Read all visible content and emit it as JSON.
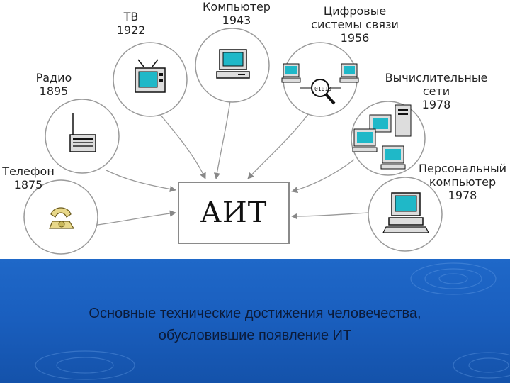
{
  "center": {
    "label": "АИТ"
  },
  "nodes": {
    "tv": {
      "name": "ТВ",
      "year": "1922",
      "icon": "tv-icon"
    },
    "computer": {
      "name": "Компьютер",
      "year": "1943",
      "icon": "computer-icon"
    },
    "digital": {
      "name_line1": "Цифровые",
      "name_line2": "системы связи",
      "year": "1956",
      "icon": "network-magnifier-icon",
      "code": "01010"
    },
    "radio": {
      "name": "Радио",
      "year": "1895",
      "icon": "radio-icon"
    },
    "networks": {
      "name_line1": "Вычислительные",
      "name_line2": "сети",
      "year": "1978",
      "icon": "computer-network-icon"
    },
    "phone": {
      "name": "Телефон",
      "year": "1875",
      "icon": "telephone-icon"
    },
    "pc": {
      "name_line1": "Персональный",
      "name_line2": "компьютер",
      "year": "1978",
      "icon": "personal-computer-icon"
    }
  },
  "caption": {
    "line1": "Основные технические достижения человечества,",
    "line2": "обусловившие появление ИТ"
  },
  "colors": {
    "footer_blue": "#1a5fbf",
    "screen_cyan": "#1fb8c8",
    "box_border": "#8a8a8a"
  }
}
